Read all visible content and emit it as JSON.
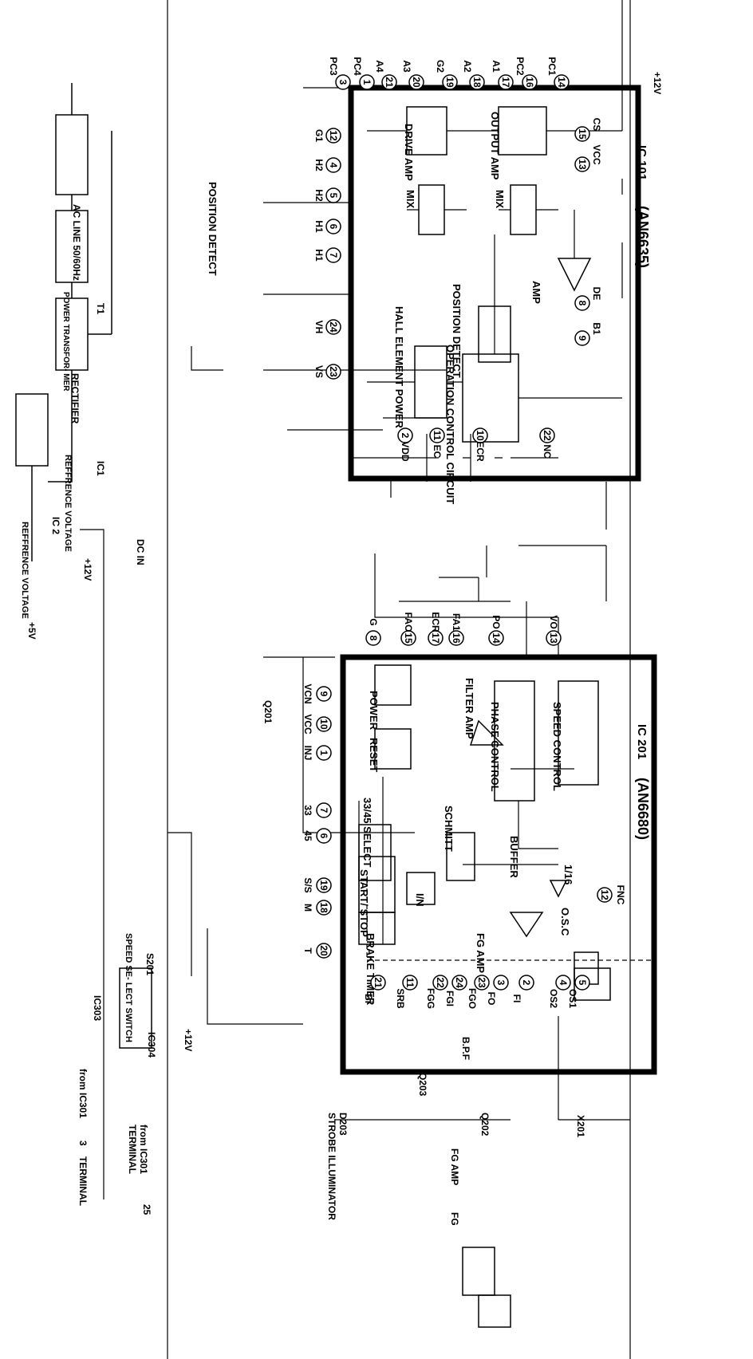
{
  "supply_label": "+12V",
  "ic101": {
    "name": "IC 101",
    "part": "(AN6635)",
    "blocks": {
      "drive_amp": "DRIVE AMP",
      "output_amp": "OUTPUT AMP",
      "mix_left": "MIX",
      "mix_right": "MIX",
      "amp": "AMP",
      "position_detect": "POSITION DETECT",
      "hall_power": "HALL ELEMENT POWER",
      "op_control": "OPERATION CONTROL CIRCUIT"
    },
    "pins": [
      {
        "num": "3",
        "label": "PC3"
      },
      {
        "num": "1",
        "label": "PC4"
      },
      {
        "num": "21",
        "label": "A4"
      },
      {
        "num": "20",
        "label": "A3"
      },
      {
        "num": "19",
        "label": "G2"
      },
      {
        "num": "18",
        "label": "A2"
      },
      {
        "num": "17",
        "label": "A1"
      },
      {
        "num": "16",
        "label": "PC2"
      },
      {
        "num": "14",
        "label": "PC1"
      },
      {
        "num": "12",
        "label": "G1"
      },
      {
        "num": "4",
        "label": "H2"
      },
      {
        "num": "5",
        "label": "H2"
      },
      {
        "num": "6",
        "label": "H1"
      },
      {
        "num": "7",
        "label": "H1"
      },
      {
        "num": "24",
        "label": "VH"
      },
      {
        "num": "23",
        "label": "VS"
      },
      {
        "num": "15",
        "label": "CS"
      },
      {
        "num": "13",
        "label": "VCC"
      },
      {
        "num": "8",
        "label": "DE"
      },
      {
        "num": "9",
        "label": "B1"
      },
      {
        "num": "2",
        "label": "VDD"
      },
      {
        "num": "11",
        "label": "EC"
      },
      {
        "num": "10",
        "label": "ECR"
      },
      {
        "num": "22",
        "label": "NC"
      }
    ],
    "hall_labels": {
      "h2": "H2",
      "h1": "H1"
    },
    "position_detect_label": "POSITION DETECT"
  },
  "ic201": {
    "name": "IC 201",
    "part": "(AN6680)",
    "blocks": {
      "filter_amp": "FILTER AMP",
      "phase_control": "PHASE CONTROL",
      "speed_control": "SPEED CONTROL",
      "power": "POWER",
      "reset": "RESET",
      "select": "33/45 SELECT",
      "schmitt": "SCHMITT",
      "buffer": "BUFFER",
      "div16": "1/16",
      "start_stop": "START/ STOP",
      "in_block": "I/N",
      "brake_timer": "BRAKE TIMER",
      "fg_amp": "FG AMP",
      "osc": "O.S.C"
    },
    "pins": [
      {
        "num": "8",
        "label": "G"
      },
      {
        "num": "15",
        "label": "FAO"
      },
      {
        "num": "17",
        "label": "ECR"
      },
      {
        "num": "16",
        "label": "FA1"
      },
      {
        "num": "14",
        "label": "PO"
      },
      {
        "num": "13",
        "label": "VO"
      },
      {
        "num": "9",
        "label": "VCN"
      },
      {
        "num": "10",
        "label": "VCC"
      },
      {
        "num": "1",
        "label": "INJ"
      },
      {
        "num": "7",
        "label": "33"
      },
      {
        "num": "6",
        "label": "45"
      },
      {
        "num": "19",
        "label": "S/S"
      },
      {
        "num": "18",
        "label": "M"
      },
      {
        "num": "20",
        "label": "T"
      },
      {
        "num": "21",
        "label": "Bi"
      },
      {
        "num": "11",
        "label": "SRB"
      },
      {
        "num": "22",
        "label": "FGG"
      },
      {
        "num": "24",
        "label": "FGI"
      },
      {
        "num": "23",
        "label": "FGO"
      },
      {
        "num": "3",
        "label": "FO"
      },
      {
        "num": "2",
        "label": "FI"
      },
      {
        "num": "4",
        "label": "OS2"
      },
      {
        "num": "5",
        "label": "OS1"
      },
      {
        "num": "12",
        "label": "FNC"
      }
    ]
  },
  "power_section": {
    "ac_line": "AC LINE 50/60Hz",
    "t1": "T1",
    "transformer": "POWER TRANSFOR- MER",
    "rectifier": "RECTIFIER",
    "ic1": "IC1",
    "ref1": "REFFRENCE VOLTAGE",
    "ic2": "IC 2",
    "ref2": "REFFRENCE VOLTAGE",
    "dc_in": "DC IN",
    "plus12": "+12V",
    "plus5": "+5V"
  },
  "components": {
    "q201": "Q201",
    "q202": "Q202",
    "q203": "Q203",
    "x201": "X201",
    "bpf": "B.P.F",
    "fg_amp_label": "FG AMP",
    "fg": "FG",
    "d203": "D203",
    "strobe": "STROBE ILLUMINATOR",
    "s201": "S201",
    "speed_switch": "SPEED SE- LECT SWITCH",
    "ic303": "IC303",
    "ic304": "IC304",
    "from_ic301_3": "from IC301",
    "terminal_3_num": "3",
    "terminal_3": "TERMINAL",
    "from_ic301_25": "from IC301",
    "terminal_25": "TERMINAL",
    "terminal_25_num": "25",
    "plus12_bottom": "+12V"
  }
}
